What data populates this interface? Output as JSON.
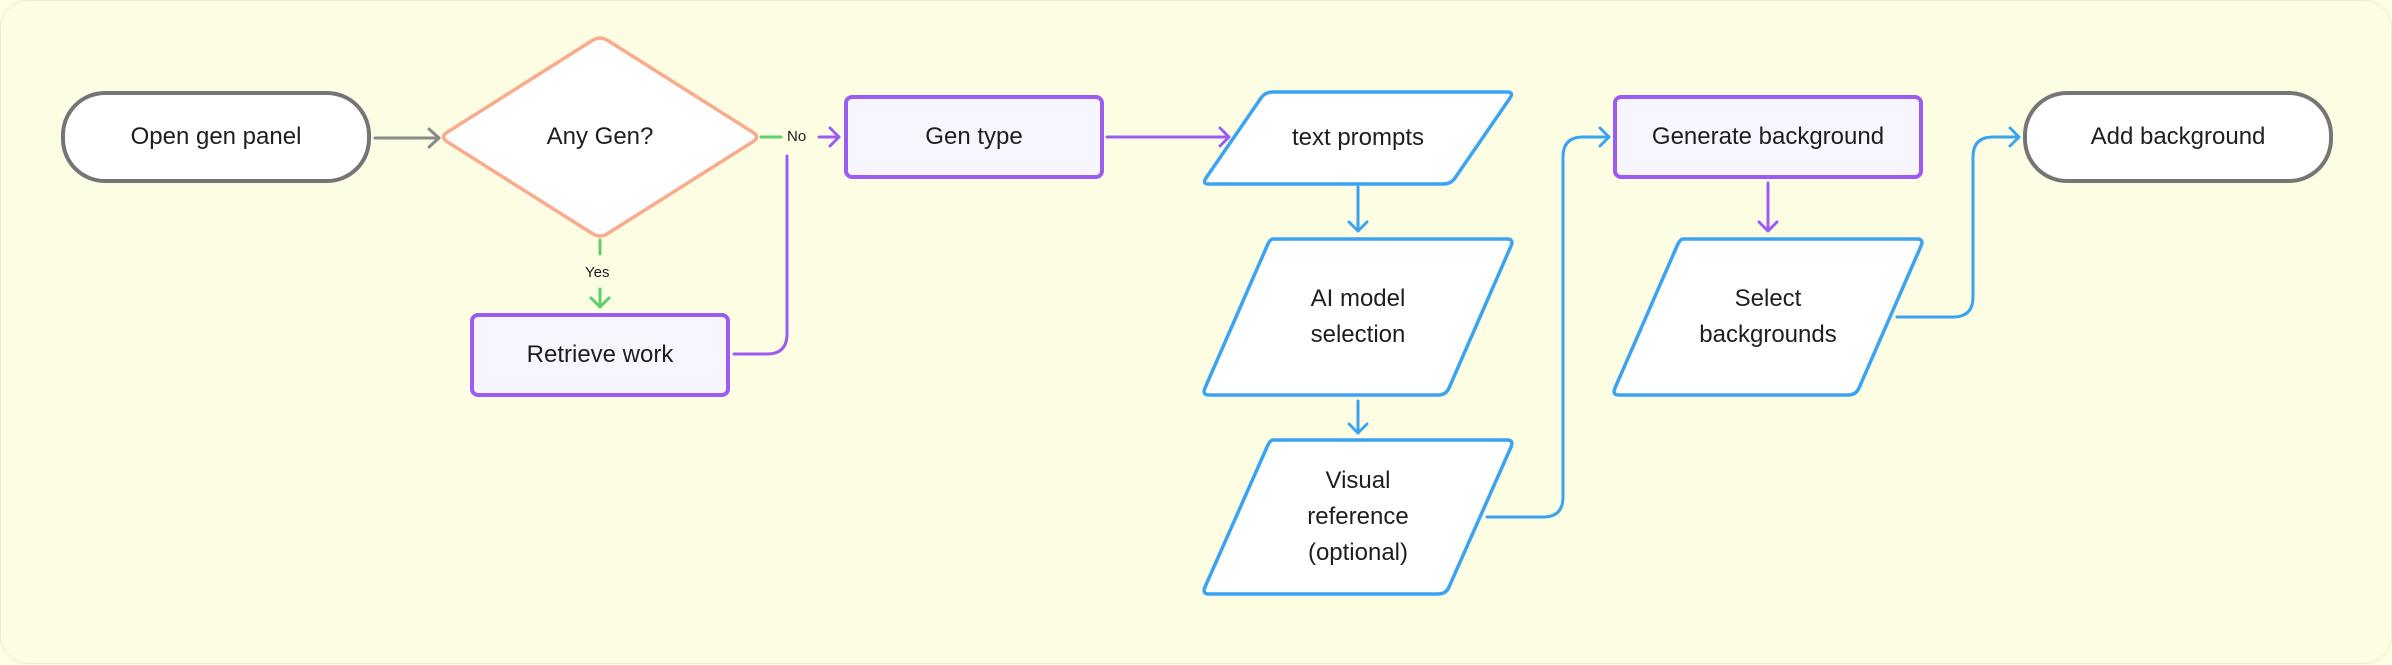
{
  "colors": {
    "background": "#fdfde3",
    "terminal_border": "#757575",
    "decision_border": "#f9ab8c",
    "process_border": "#9c5cf1",
    "io_border": "#3aa4f2",
    "yes_edge": "#5fd06a",
    "connector_gray": "#8a8a8a"
  },
  "nodes": {
    "open_gen_panel": "Open gen panel",
    "any_gen": "Any Gen?",
    "retrieve_work": "Retrieve work",
    "gen_type": "Gen type",
    "text_prompts": "text prompts",
    "ai_model_selection": "AI model\nselection",
    "visual_reference": "Visual\nreference\n(optional)",
    "generate_background": "Generate background",
    "select_backgrounds": "Select\nbackgrounds",
    "add_background": "Add background"
  },
  "edge_labels": {
    "yes": "Yes",
    "no": "No"
  }
}
